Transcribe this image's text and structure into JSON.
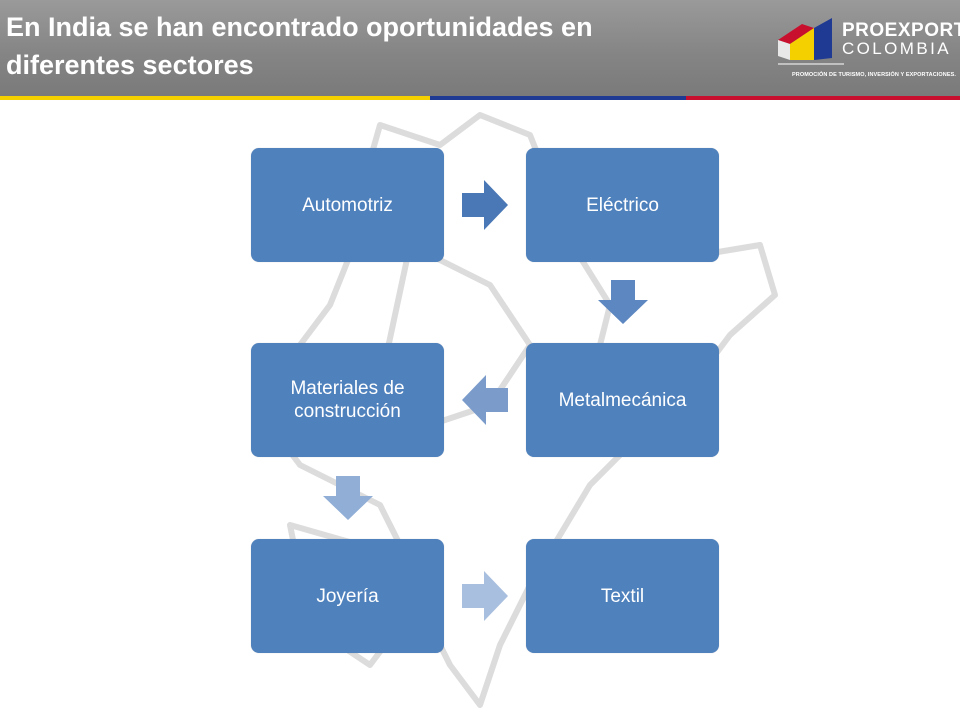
{
  "header": {
    "title": "En India se han encontrado oportunidades en\ndiferentes sectores"
  },
  "logo": {
    "name_line1": "PROEXPORT",
    "name_line2": "COLOMBIA",
    "tagline": "PROMOCIÓN DE TURISMO, INVERSIÓN Y EXPORTACIONES."
  },
  "flow": {
    "steps": [
      "Automotriz",
      "Eléctrico",
      "Metalmecánica",
      "Materiales de construcción",
      "Joyería",
      "Textil"
    ]
  },
  "colors": {
    "box_fill": "#4f81bd",
    "header_gray": "#8a8a8a",
    "flag_yellow": "#f5d000",
    "flag_blue": "#1f3a93",
    "flag_red": "#c8102e"
  }
}
